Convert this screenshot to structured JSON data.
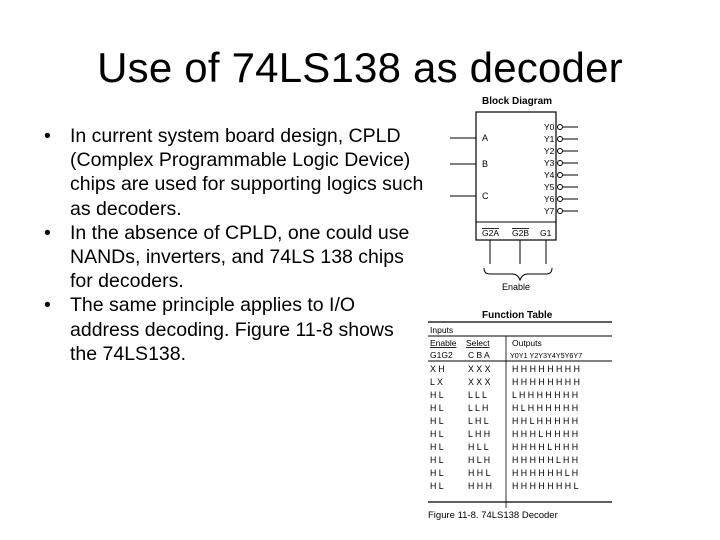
{
  "slide": {
    "title": "Use of 74LS138 as decoder",
    "bullets": [
      "In current system board design, CPLD (Complex Programmable Logic Device) chips are used for supporting logics such as decoders.",
      "In the absence of CPLD, one could use NANDs, inverters, and 74LS 138 chips for decoders.",
      "The same principle applies to I/O address decoding. Figure 11-8 shows the 74LS138."
    ]
  },
  "block_diagram": {
    "heading": "Block Diagram",
    "inputs": [
      "A",
      "B",
      "C"
    ],
    "outputs": [
      "Y0",
      "Y1",
      "Y2",
      "Y3",
      "Y4",
      "Y5",
      "Y6",
      "Y7"
    ],
    "enables": [
      "G2A",
      "G2B",
      "G1"
    ],
    "enable_label": "Enable"
  },
  "function_table": {
    "heading": "Function Table",
    "inputs_label": "Inputs",
    "enable_label": "Enable",
    "select_label": "Select",
    "outputs_label": "Outputs",
    "col_enable": "G1G2",
    "col_select": "C B A",
    "col_outputs": "Y0Y1 Y2Y3Y4Y5Y6Y7",
    "rows": [
      {
        "enable": "X  H",
        "select": "X X X",
        "outputs": "H H H H H H H H"
      },
      {
        "enable": "L  X",
        "select": "X X X",
        "outputs": "H H H H H H H H"
      },
      {
        "enable": "H  L",
        "select": "L L L",
        "outputs": "L H H H H H H H"
      },
      {
        "enable": "H  L",
        "select": "L L H",
        "outputs": "H L H H H H H H"
      },
      {
        "enable": "H  L",
        "select": "L H L",
        "outputs": "H H L H H H H H"
      },
      {
        "enable": "H  L",
        "select": "L H H",
        "outputs": "H H H L H H H H"
      },
      {
        "enable": "H  L",
        "select": "H L L",
        "outputs": "H H H H L H H H"
      },
      {
        "enable": "H  L",
        "select": "H L H",
        "outputs": "H H H H H L H H"
      },
      {
        "enable": "H  L",
        "select": "H H L",
        "outputs": "H H H H H H L H"
      },
      {
        "enable": "H  L",
        "select": "H H H",
        "outputs": "H H H H H H H L"
      }
    ],
    "caption": "Figure 11-8. 74LS138 Decoder"
  }
}
